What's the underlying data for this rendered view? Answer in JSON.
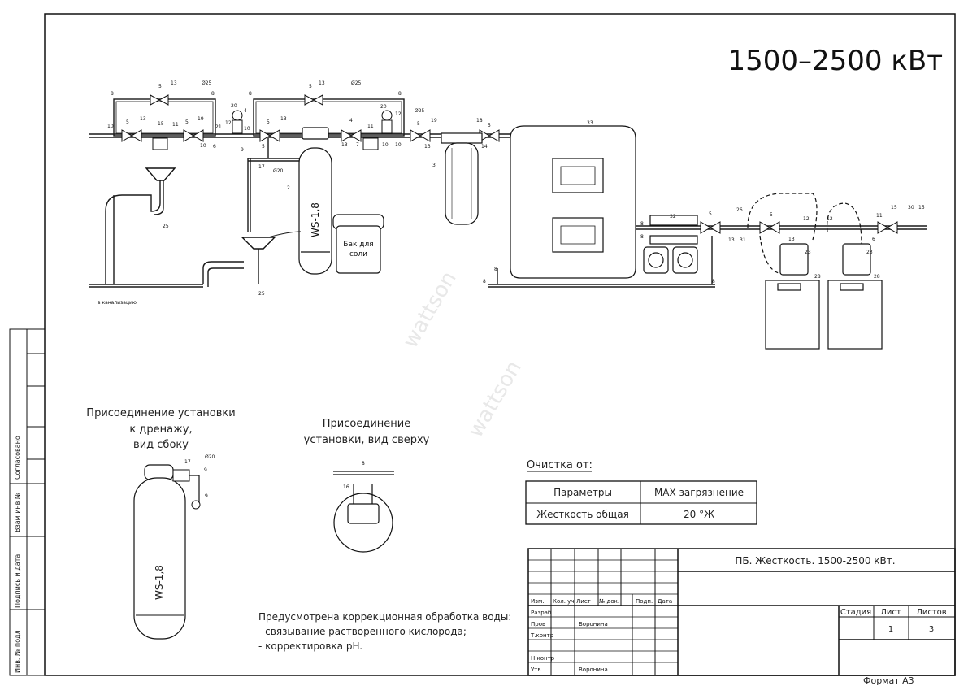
{
  "title": "1500–2500 кВт",
  "equipment": {
    "softener_label": "WS-1,8",
    "salt_tank_label_1": "Бак для",
    "salt_tank_label_2": "соли",
    "drain_label": "в канализацию"
  },
  "part_numbers": {
    "n8": "8",
    "n5": "5",
    "n13": "13",
    "n25": "Ø25",
    "n10": "10",
    "n15": "15",
    "n11": "11",
    "n19": "19",
    "n4": "4",
    "n20": "20",
    "n21": "21",
    "n12": "12",
    "n7": "7",
    "n6": "6",
    "n9": "9",
    "n2": "2",
    "n3": "3",
    "n14": "14",
    "n18": "18",
    "n33": "33",
    "n32": "32",
    "n26": "26",
    "n31": "31",
    "n23": "23",
    "n28": "28",
    "n30": "30",
    "n16": "16",
    "n17": "17",
    "d20": "Ø20",
    "n25b": "25"
  },
  "side_view": {
    "title_1": "Присоединение установки",
    "title_2": "к дренажу,",
    "title_3": "вид сбоку",
    "label": "WS-1,8"
  },
  "top_view": {
    "title_1": "Присоединение",
    "title_2": "установки, вид сверху"
  },
  "cleaning": {
    "heading": "Очистка от:",
    "col1": "Параметры",
    "col2": "MAX загрязнение",
    "row1_param": "Жесткость общая",
    "row1_value": "20 °Ж"
  },
  "note": {
    "line1": "Предусмотрена коррекционная обработка воды:",
    "line2": "- связывание растворенного кислорода;",
    "line3": "- корректировка pH."
  },
  "stamp": {
    "title": "ПБ. Жесткость. 1500-2500 кВт.",
    "h_izm": "Изм.",
    "h_kol": "Кол. уч.",
    "h_list": "Лист",
    "h_ndok": "№ док.",
    "h_podp": "Подп.",
    "h_data": "Дата",
    "r_razrab": "Разраб",
    "r_prov": "Пров",
    "r_tkontr": "Т.контр",
    "r_nkontr": "Н.контр",
    "r_utv": "Утв",
    "name_prov": "Воронина",
    "name_utv": "Воронина",
    "stadiya": "Стадия",
    "list": "Лист",
    "listov": "Листов",
    "list_val": "1",
    "listov_val": "3"
  },
  "left_strip": {
    "soglasovano": "Согласовано",
    "vzam": "Взам инв №",
    "podpis": "Подпись и дата",
    "inv": "Инв. № подл"
  },
  "format": "Формат   А3",
  "watermark": "wattson"
}
